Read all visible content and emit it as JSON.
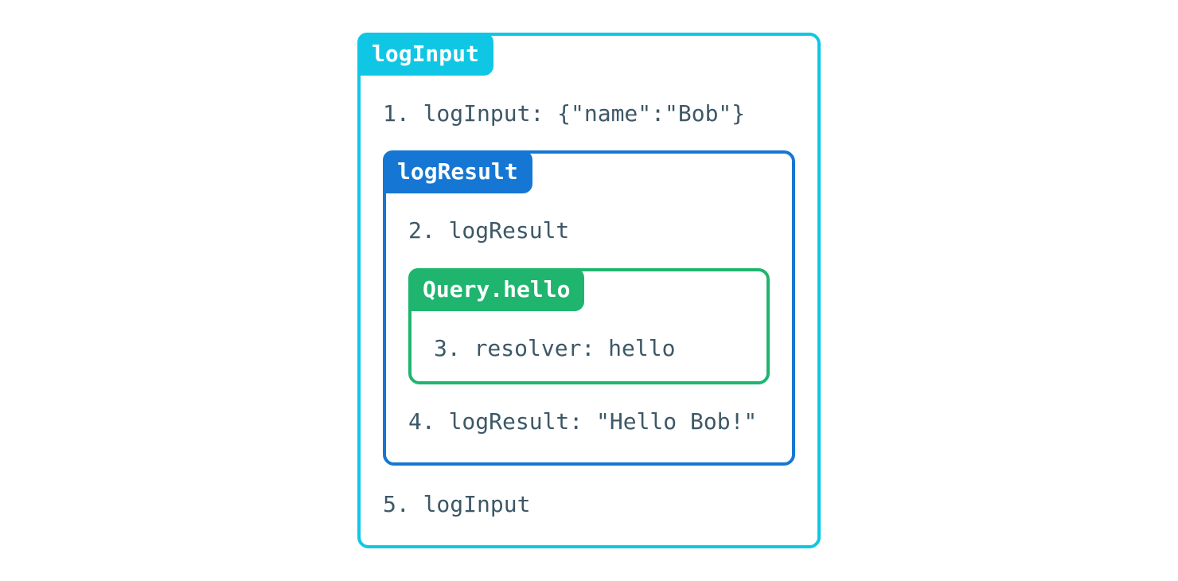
{
  "diagram": {
    "title": "middleware-onion-diagram",
    "background_color": "#ffffff",
    "text_color": "#3d5866",
    "badge_text_color": "#ffffff",
    "frames": {
      "logInput": {
        "label": "logInput",
        "color": "#0fc7e4"
      },
      "logResult": {
        "label": "logResult",
        "color": "#1577d3"
      },
      "queryHello": {
        "label": "Query.hello",
        "color": "#20b56f"
      }
    },
    "steps": {
      "s1": "1. logInput: {\"name\":\"Bob\"}",
      "s2": "2. logResult",
      "s3": "3. resolver: hello",
      "s4": "4. logResult: \"Hello Bob!\"",
      "s5": "5. logInput"
    }
  }
}
